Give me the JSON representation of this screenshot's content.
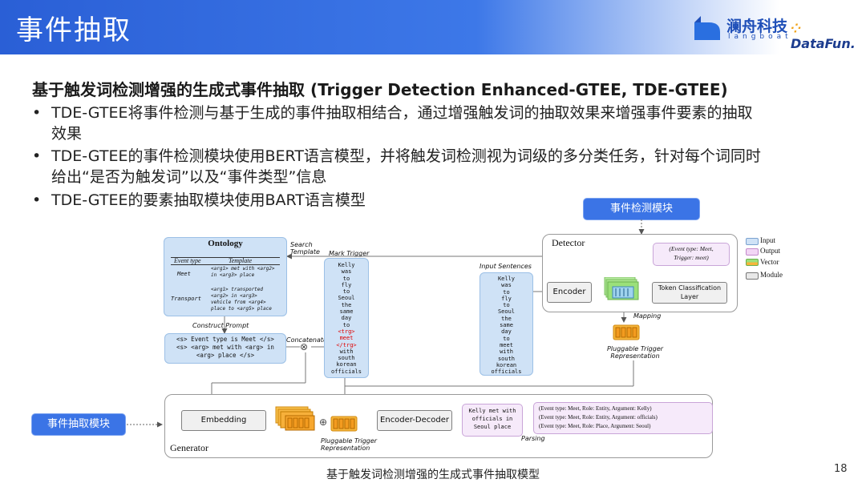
{
  "header": {
    "title": "事件抽取",
    "logo_langboat": "澜舟科技",
    "logo_langboat_sub": "langboat",
    "logo_datafun": "DataFun."
  },
  "content": {
    "subtitle": "基于触发词检测增强的生成式事件抽取 (Trigger Detection Enhanced-GTEE, TDE-GTEE)",
    "bullet_mark": "•",
    "bullets": [
      [
        "TDE-GTEE将事件检测与基于生成的事件抽取相结合，通过增强触发词的抽取效果来增强事件要素的抽取",
        "效果"
      ],
      [
        "TDE-GTEE的事件检测模块使用BERT语言模型，并将触发词检测视为词级的多分类任务，针对每个词同时",
        "给出“是否为触发词”以及“事件类型”信息"
      ],
      [
        "TDE-GTEE的要素抽取模块使用BART语言模型"
      ]
    ]
  },
  "diagram": {
    "callout_detection": "事件检测模块",
    "callout_extraction": "事件抽取模块",
    "ontology": {
      "title": "Ontology",
      "col_event_type": "Event type",
      "col_template": "Template",
      "row1_type": "Meet",
      "row1_template": [
        "<arg1> met with <arg2>",
        "in <arg3> place"
      ],
      "row2_type": "Transport",
      "row2_template": [
        "<arg1> transported",
        "<arg2> in <arg3>",
        "vehicle from <arg4>",
        "place to <arg5> place"
      ]
    },
    "labels": {
      "search_template": [
        "Search",
        "Template"
      ],
      "mark_trigger": "Mark Trigger",
      "construct_prompt": "Construct  Prompt",
      "concatenate": "Concatenate",
      "input_sentences": "Input Sentences",
      "mapping": "Mapping",
      "pluggable1": [
        "Pluggable Trigger",
        "Representation"
      ],
      "pluggable2": [
        "Pluggable Trigger",
        "Representation"
      ],
      "parsing": "Parsing",
      "concat_symbol": "⊗",
      "plus_symbol": "⊕"
    },
    "prompt_lines": [
      "<s> Event type is Meet </s>",
      "<s> <arg> met with <arg> in",
      "<arg> place </s>"
    ],
    "marked_tokens": [
      "Kelly",
      "was",
      "to",
      "fly",
      "to",
      "Seoul",
      "the",
      "same",
      "day",
      "to",
      "<trg>",
      "meet",
      "</trg>",
      "with",
      "south",
      "korean",
      "officials"
    ],
    "input_tokens": [
      "Kelly",
      "was",
      "to",
      "fly",
      "to",
      "Seoul",
      "the",
      "same",
      "day",
      "to",
      "meet",
      "with",
      "south",
      "korean",
      "officials"
    ],
    "detector": {
      "title": "Detector",
      "encoder": "Encoder",
      "token_cls": [
        "Token Classification",
        "Layer"
      ],
      "output_lines": [
        "(Event type: Meet,",
        "Trigger: meet)"
      ]
    },
    "generator": {
      "title": "Generator",
      "embedding": "Embedding",
      "encoder_decoder": "Encoder-Decoder",
      "generated_text": [
        "Kelly met with",
        "officials in",
        "Seoul place"
      ],
      "results": [
        "(Event type: Meet,  Role: Entity,  Argument: Kelly)",
        "(Event type: Meet,  Role: Entity,  Argument: officials)",
        "(Event type: Meet,  Role: Place,  Argument: Seoul)"
      ]
    },
    "legend": [
      {
        "label": "Input",
        "color": "#cfe2f6"
      },
      {
        "label": "Output",
        "color": "#f2d6f5"
      },
      {
        "label": "Vector",
        "color": "#9be07a"
      },
      {
        "label": "Module",
        "color": "#e8e8e8"
      }
    ],
    "caption": "基于触发词检测增强的生成式事件抽取模型"
  },
  "page_number": "18"
}
